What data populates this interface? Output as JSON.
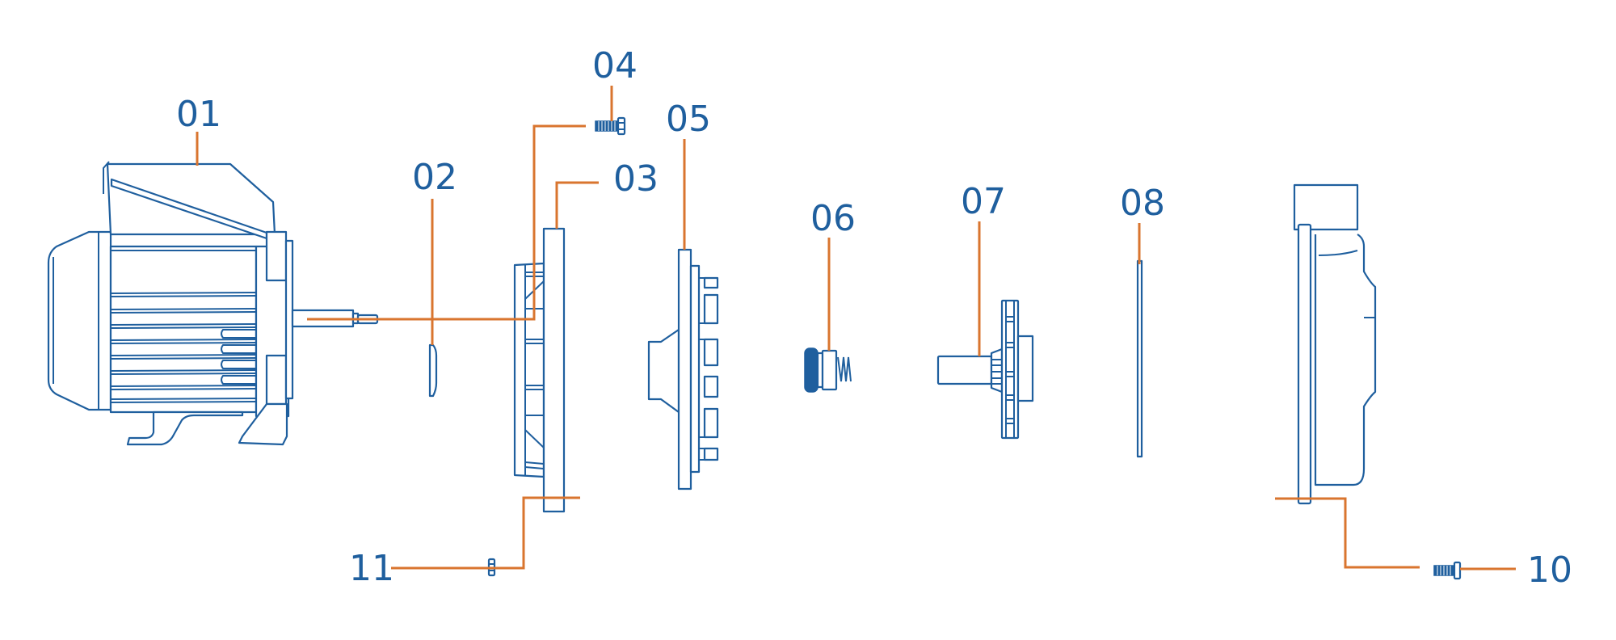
{
  "diagram": {
    "type": "exploded-view",
    "colors": {
      "part_stroke": "#1f5f9e",
      "leader_line": "#d9752f",
      "label_text": "#1f5f9e",
      "background": "#ffffff"
    },
    "callouts": [
      {
        "id": "01",
        "label": "01",
        "part": "motor"
      },
      {
        "id": "02",
        "label": "02",
        "part": "key"
      },
      {
        "id": "03",
        "label": "03",
        "part": "flange-plate"
      },
      {
        "id": "04",
        "label": "04",
        "part": "bolt"
      },
      {
        "id": "05",
        "label": "05",
        "part": "seal-plate"
      },
      {
        "id": "06",
        "label": "06",
        "part": "mechanical-seal"
      },
      {
        "id": "07",
        "label": "07",
        "part": "impeller"
      },
      {
        "id": "08",
        "label": "08",
        "part": "gasket"
      },
      {
        "id": "10",
        "label": "10",
        "part": "bolt"
      },
      {
        "id": "11",
        "label": "11",
        "part": "nut"
      }
    ]
  }
}
